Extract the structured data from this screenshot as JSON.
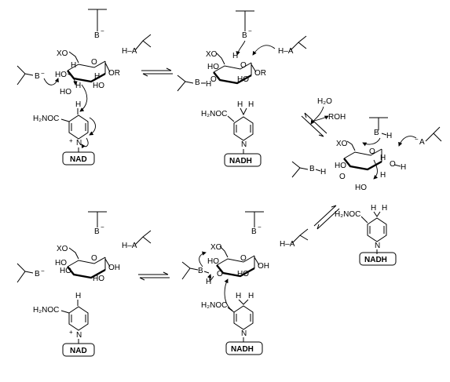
{
  "cofactors": {
    "nad": "NAD",
    "nadh": "NADH"
  },
  "labels": {
    "base": "B",
    "acid_HA": "H–A",
    "acid_A": "A",
    "B_H": "B",
    "H": "H",
    "H2NOC": "H₂NOC",
    "N": "N",
    "XO": "XO",
    "HO": "HO",
    "O": "O",
    "OR": "OR",
    "OH": "OH",
    "water": "H₂O",
    "ROH": "ROH"
  },
  "charges": {
    "minus": "−",
    "plus": "+"
  },
  "colors": {
    "ink": "#000000",
    "background": "#ffffff"
  }
}
